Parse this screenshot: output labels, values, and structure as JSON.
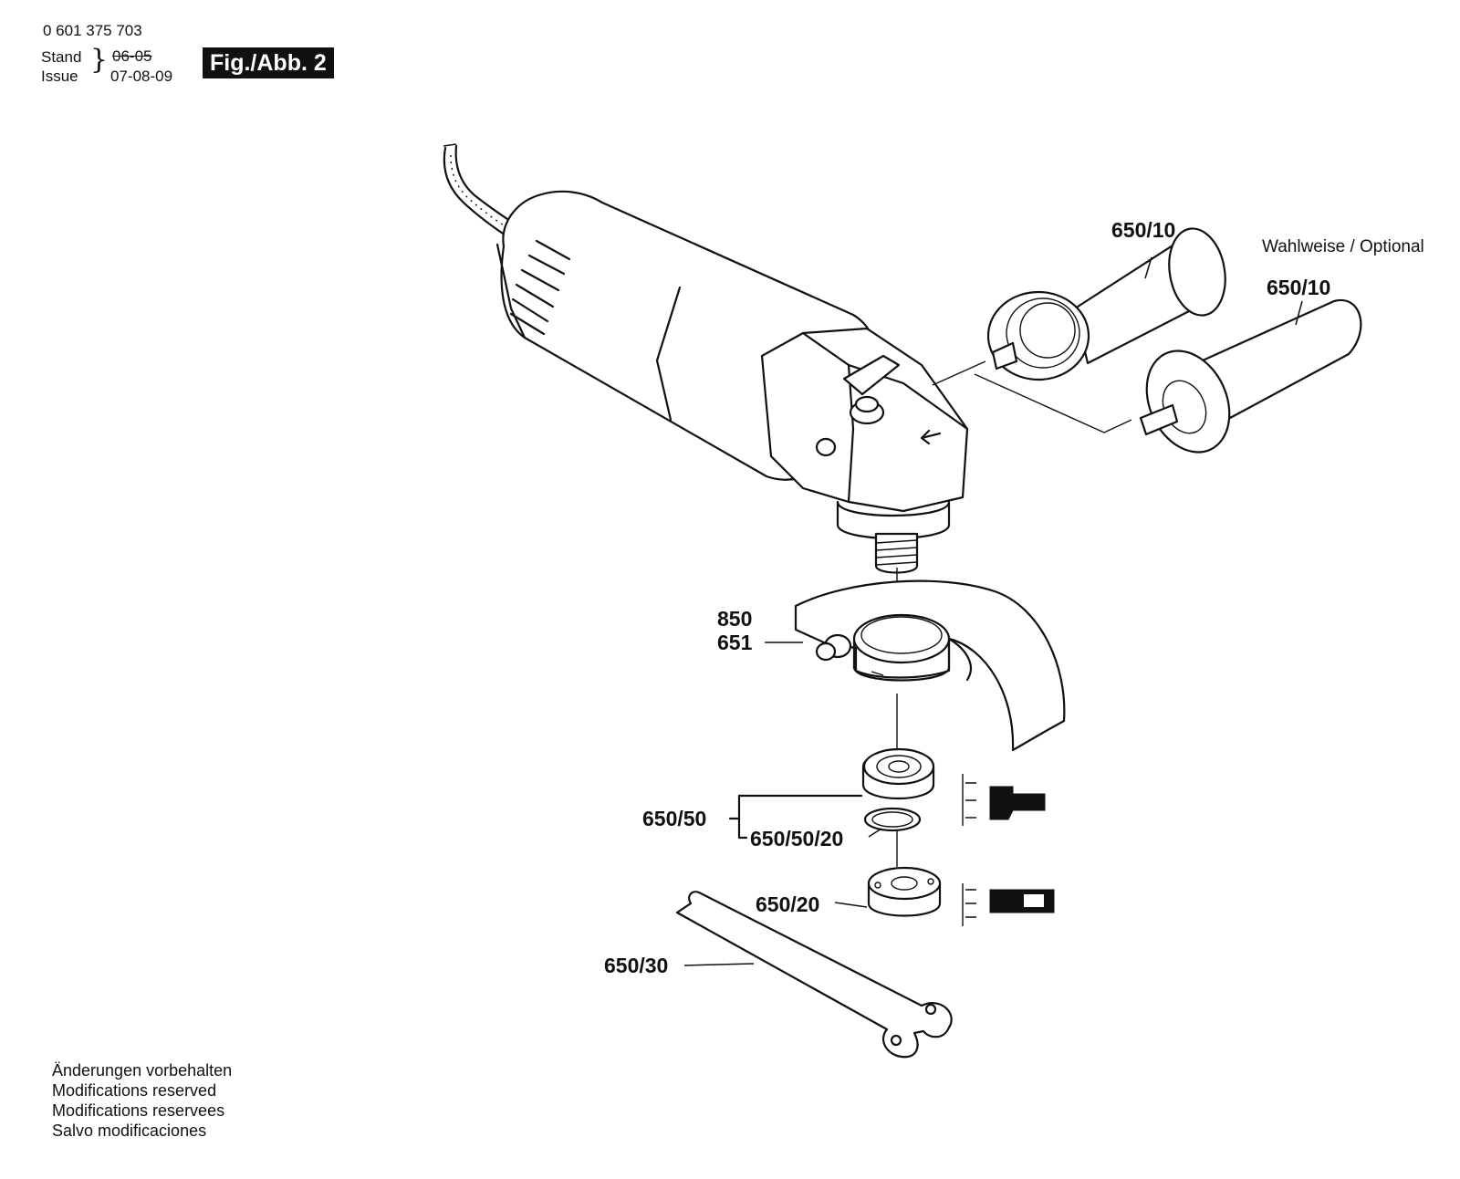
{
  "header": {
    "part_number": "0 601 375 703",
    "stand_label": "Stand",
    "issue_label": "Issue",
    "stand_date": "06-05",
    "issue_date": "07-08-09",
    "figure_label": "Fig./Abb. 2"
  },
  "callouts": {
    "handle_a": "650/10",
    "handle_b": "650/10",
    "optional_note": "Wahlweise / Optional",
    "guard_850": "850",
    "guard_651": "651",
    "flange_group": "650/50",
    "flange_ring": "650/50/20",
    "clamp_nut": "650/20",
    "spanner": "650/30"
  },
  "footer": {
    "lines": [
      "Änderungen vorbehalten",
      "Modifications reserved",
      "Modifications reservees",
      "Salvo modificaciones"
    ]
  }
}
